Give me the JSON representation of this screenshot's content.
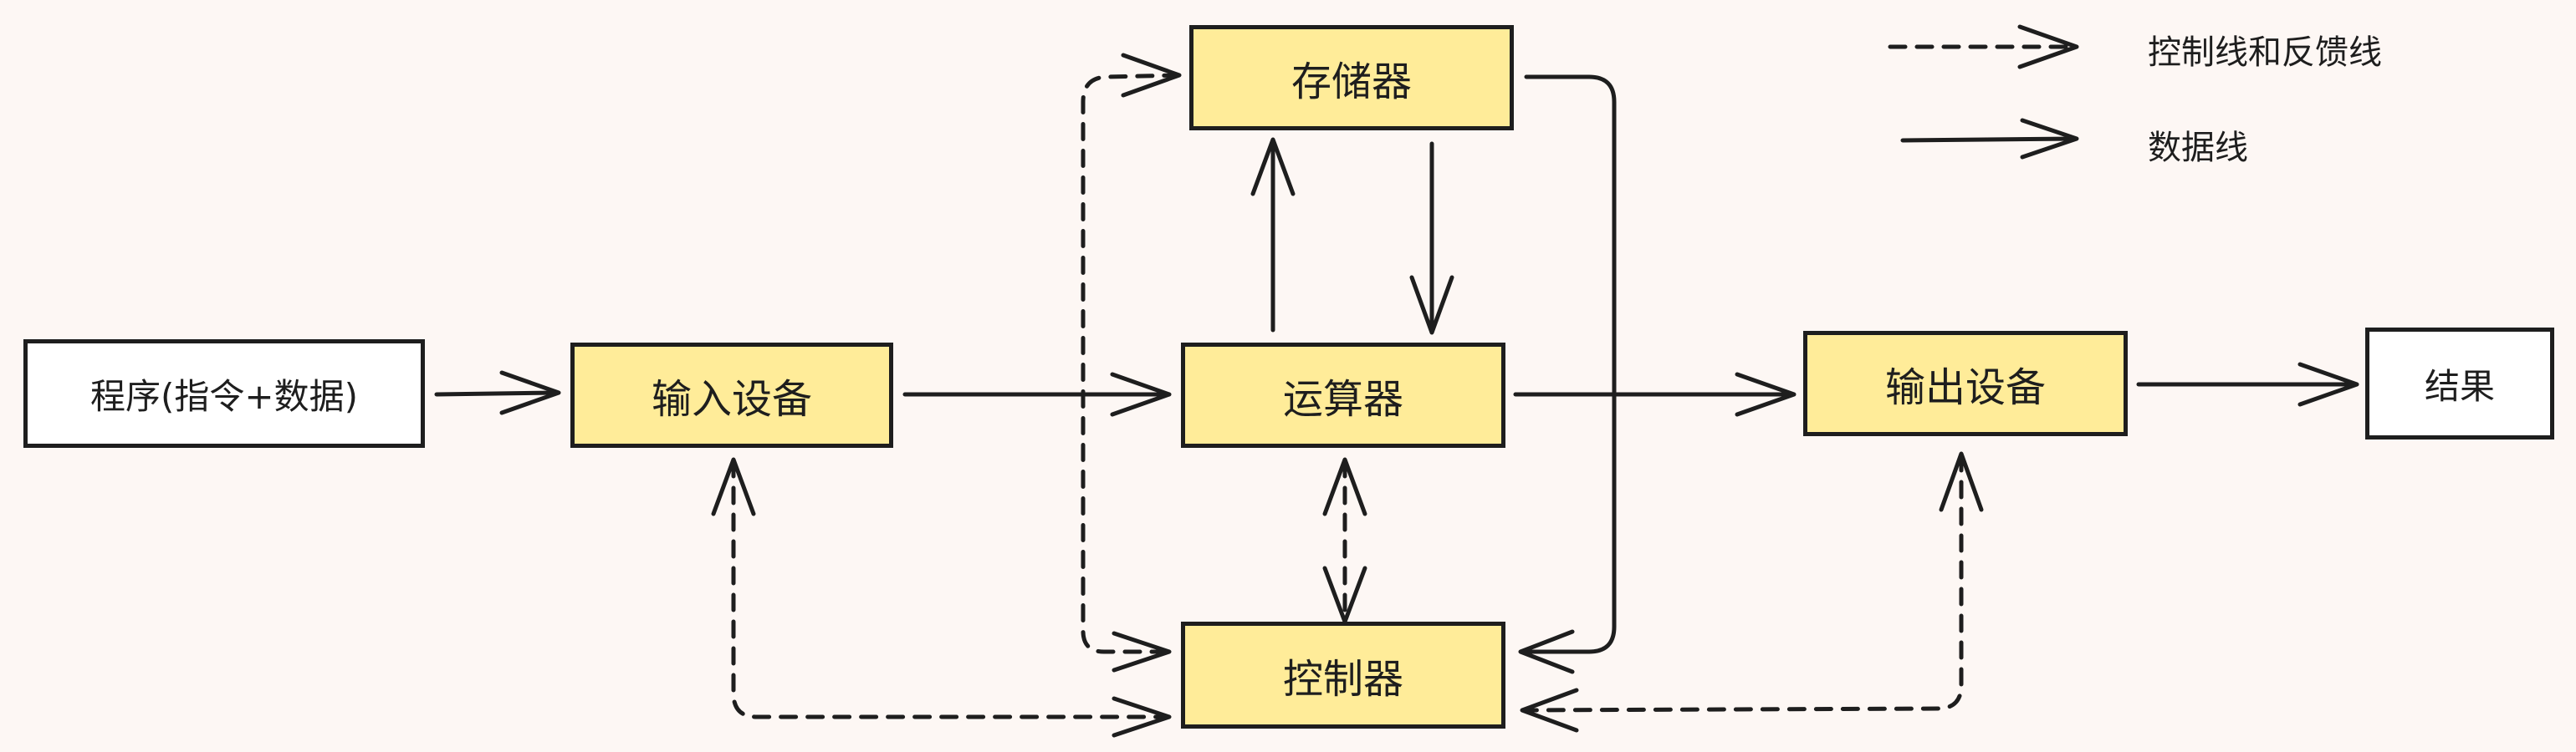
{
  "nodes": {
    "program": "程序(指令+数据)",
    "input": "输入设备",
    "memory": "存储器",
    "alu": "运算器",
    "controller": "控制器",
    "output": "输出设备",
    "result": "结果"
  },
  "legend": {
    "control_line": "控制线和反馈线",
    "data_line": "数据线"
  },
  "colors": {
    "highlight_fill": "#ffec99",
    "plain_fill": "#ffffff",
    "stroke": "#1e1e1e",
    "background": "#fdf7f4"
  }
}
